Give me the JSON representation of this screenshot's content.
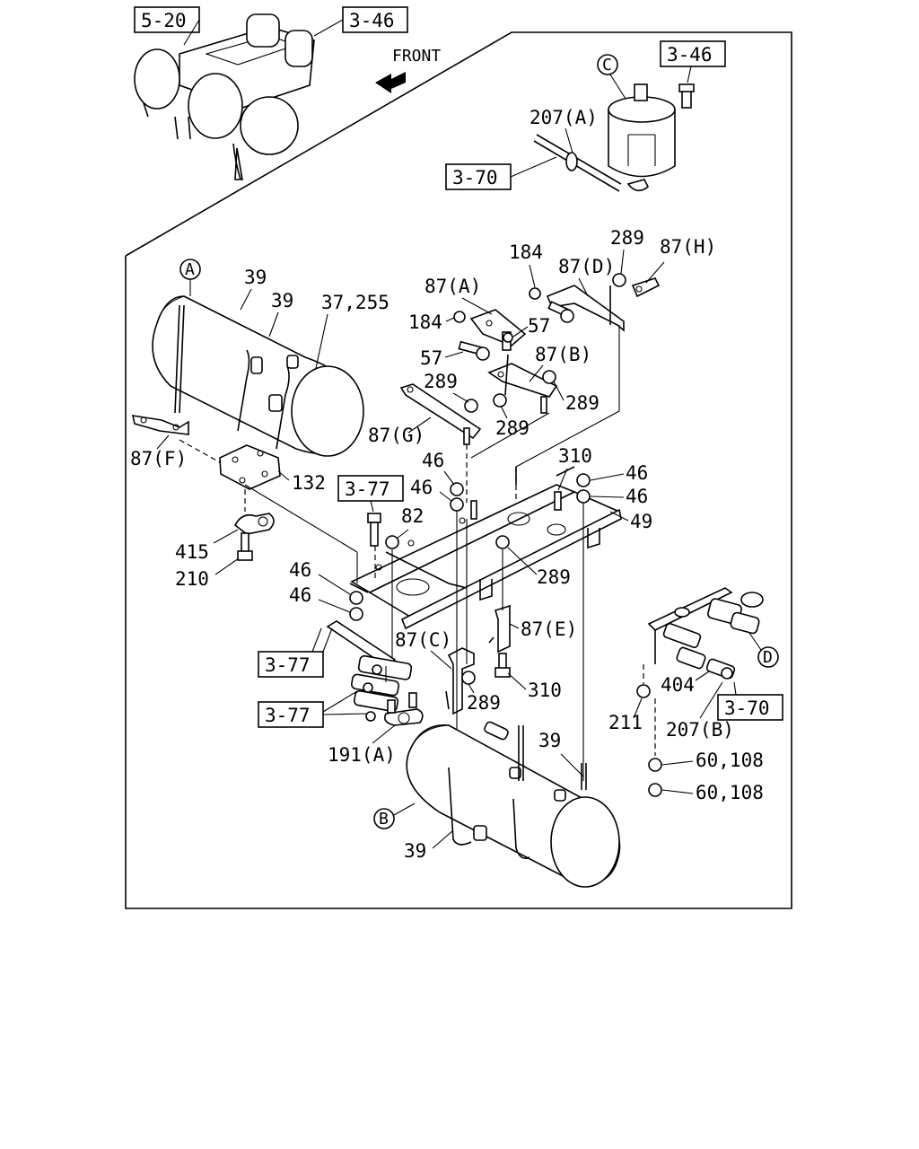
{
  "labels": {
    "ref_5_20": "5-20",
    "ref_3_46_top": "3-46",
    "front": "FRONT",
    "ref_3_46_right": "3-46",
    "callout_c": "C",
    "p207a": "207(A)",
    "ref_3_70_top": "3-70",
    "p184_top": "184",
    "p289_top": "289",
    "p87h": "87(H)",
    "p87d": "87(D)",
    "callout_a": "A",
    "p39_a": "39",
    "p39_b": "39",
    "p37_255": "37,255",
    "p87a": "87(A)",
    "p184_mid": "184",
    "p57_right": "57",
    "p57_left": "57",
    "p87b": "87(B)",
    "p289_a": "289",
    "p289_b": "289",
    "p289_c": "289",
    "p87g": "87(G)",
    "p87f": "87(F)",
    "p132": "132",
    "p46_a": "46",
    "p46_b": "46",
    "p310_top": "310",
    "p46_c": "46",
    "p46_d": "46",
    "ref_3_77_mid": "3-77",
    "p82": "82",
    "p49": "49",
    "p415": "415",
    "p210": "210",
    "p289_d": "289",
    "p46_e": "46",
    "p46_f": "46",
    "p87c": "87(C)",
    "p87e": "87(E)",
    "ref_3_77_a": "3-77",
    "p289_e": "289",
    "p310_bot": "310",
    "callout_d": "D",
    "p404": "404",
    "ref_3_77_b": "3-77",
    "p211": "211",
    "p207b": "207(B)",
    "ref_3_70_right": "3-70",
    "p191a": "191(A)",
    "p39_c": "39",
    "p60_108_a": "60,108",
    "p60_108_b": "60,108",
    "callout_b": "B",
    "p39_d": "39"
  }
}
